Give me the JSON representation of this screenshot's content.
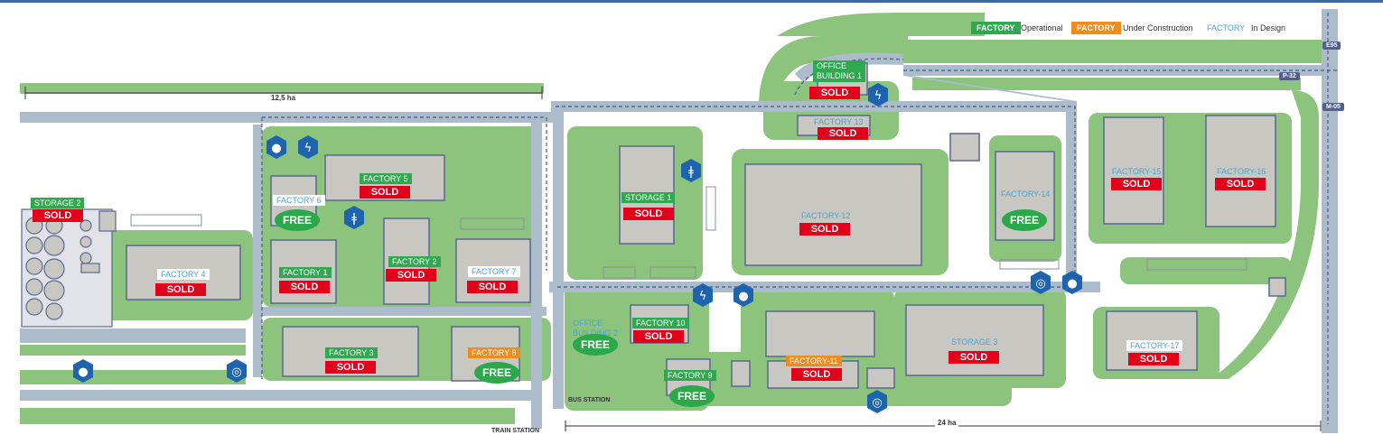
{
  "legend": {
    "operational_chip": "FACTORY",
    "operational_text": "Operational",
    "construction_chip": "FACTORY",
    "construction_text": "Under Construction",
    "design_chip": "FACTORY",
    "design_text": "In Design",
    "colors": {
      "operational": "#2fa84f",
      "construction": "#f28b1e",
      "design": "#4aa3d6",
      "sold": "#e3001b",
      "free": "#2aa84a"
    }
  },
  "measurements": {
    "west": "12,5 ha",
    "east": "24 ha"
  },
  "roads": {
    "e95": "E95",
    "p32": "P-32",
    "m05": "M-05"
  },
  "stations": {
    "bus": "BUS STATION",
    "train": "TRAIN STATION"
  },
  "status": {
    "sold": "SOLD",
    "free": "FREE"
  },
  "plots": {
    "storage2": "STORAGE 2",
    "factory4": "FACTORY 4",
    "factory6": "FACTORY 6",
    "factory5": "FACTORY 5",
    "factory1": "FACTORY 1",
    "factory2": "FACTORY 2",
    "factory7": "FACTORY 7",
    "factory3": "FACTORY 3",
    "factory8": "FACTORY 8",
    "storage1": "STORAGE 1",
    "office1_a": "OFFICE",
    "office1_b": "BUILDING 1",
    "factory13": "FACTORY 13",
    "factory12": "FACTORY-12",
    "factory14": "FACTORY-14",
    "factory15": "FACTORY-15",
    "factory16": "FACTORY-16",
    "office2_a": "OFFICE",
    "office2_b": "BUILDING 2",
    "factory10": "FACTORY 10",
    "factory9": "FACTORY 9",
    "factory11": "FACTORY-11",
    "storage3": "STORAGE 3",
    "factory17": "FACTORY-17"
  }
}
